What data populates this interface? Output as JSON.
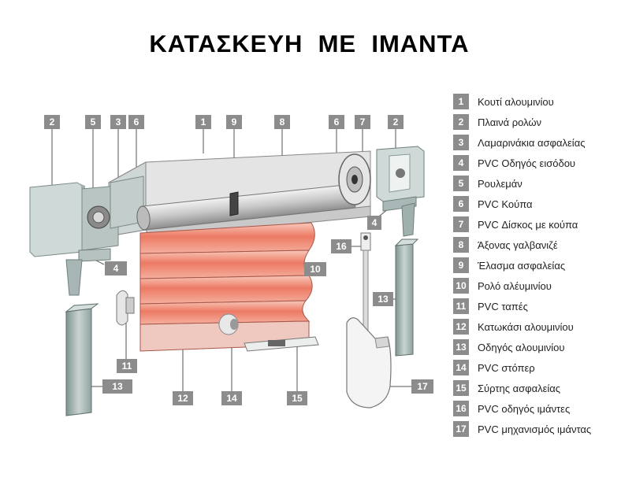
{
  "title": "ΚΑΤΑΣΚΕΥΗ  ΜΕ  ΙΜΑΝΤΑ",
  "legend": [
    {
      "num": "1",
      "text": "Κουτί αλουμινίου"
    },
    {
      "num": "2",
      "text": "Πλαινά ρολών"
    },
    {
      "num": "3",
      "text": "Λαμαρινάκια ασφαλείας"
    },
    {
      "num": "4",
      "text": "PVC Οδηγός εισόδου"
    },
    {
      "num": "5",
      "text": "Ρουλεμάν"
    },
    {
      "num": "6",
      "text": "PVC Κούπα"
    },
    {
      "num": "7",
      "text": "PVC Δίσκος με κούπα"
    },
    {
      "num": "8",
      "text": "Άξονας γαλβανιζέ"
    },
    {
      "num": "9",
      "text": "Έλασμα ασφαλείας"
    },
    {
      "num": "10",
      "text": "Ρολό αλέυμινίου"
    },
    {
      "num": "11",
      "text": "PVC ταπές"
    },
    {
      "num": "12",
      "text": "Κατωκάσι αλουμινίου"
    },
    {
      "num": "13",
      "text": "Οδηγός αλουμινίου"
    },
    {
      "num": "14",
      "text": "PVC στόπερ"
    },
    {
      "num": "15",
      "text": "Σύρτης ασφαλείας"
    },
    {
      "num": "16",
      "text": "PVC οδηγός ιμάντες"
    },
    {
      "num": "17",
      "text": "PVC μηχανισμός ιμάντας"
    }
  ],
  "callouts": {
    "top": [
      "2",
      "5",
      "3",
      "6",
      "1",
      "9",
      "8",
      "6",
      "7",
      "2"
    ],
    "side": [
      "4",
      "4",
      "16",
      "10",
      "11",
      "13",
      "13",
      "12",
      "14",
      "15",
      "17"
    ]
  },
  "colors": {
    "tag": "#8c8c8c",
    "slat": "#e8705c",
    "box": "#dcdcdc",
    "metal": "#b9c4c4"
  }
}
